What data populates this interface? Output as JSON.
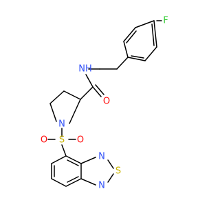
{
  "molecule": {
    "atoms": {
      "fluorine": {
        "label": "F",
        "color": "#33cc33"
      },
      "amide_nh": {
        "label": "NH",
        "color": "#3050f8"
      },
      "carbonyl_o": {
        "label": "O",
        "color": "#ff0d0d"
      },
      "piperidine_n": {
        "label": "N",
        "color": "#3050f8"
      },
      "sulfonyl_s": {
        "label": "S",
        "color": "#c8b400"
      },
      "sulfonyl_o_left": {
        "label": "O",
        "color": "#ff0d0d"
      },
      "sulfonyl_o_right": {
        "label": "O",
        "color": "#ff0d0d"
      },
      "thiadiazole_n_top": {
        "label": "N",
        "color": "#3050f8"
      },
      "thiadiazole_s": {
        "label": "S",
        "color": "#c8b400"
      },
      "thiadiazole_n_bottom": {
        "label": "N",
        "color": "#3050f8"
      }
    }
  }
}
